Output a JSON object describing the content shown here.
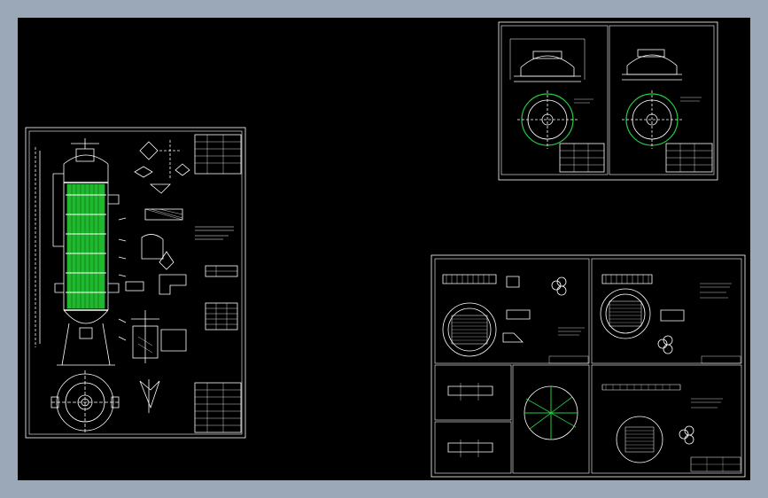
{
  "canvas": {
    "background": "#000000",
    "frame": "#9aa8b8"
  },
  "colors": {
    "line": "#ffffff",
    "accent_green": "#22cc44",
    "tube_fill": "#1fb82f"
  },
  "sheets": [
    {
      "name": "main-assembly-sheet"
    },
    {
      "name": "head-detail-sheets"
    },
    {
      "name": "tube-sheet-detail-sheets"
    }
  ]
}
